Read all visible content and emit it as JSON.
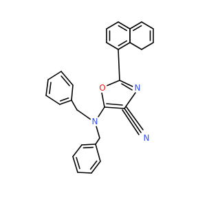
{
  "structure": {
    "atoms": [
      {
        "id": "O1",
        "label": "O",
        "color": "#ff0d0d"
      },
      {
        "id": "N3",
        "label": "N",
        "color": "#3050f8"
      },
      {
        "id": "Namine",
        "label": "N",
        "color": "#3050f8"
      },
      {
        "id": "Nnitrile",
        "label": "N",
        "color": "#3050f8"
      }
    ]
  }
}
